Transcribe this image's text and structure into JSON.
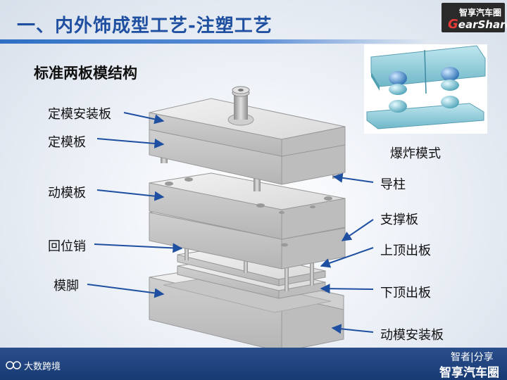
{
  "header": {
    "title": "一、内外饰成型工艺-注塑工艺"
  },
  "logo": {
    "cn": "智享汽车圈",
    "en_g": "G",
    "en_rest": "earShare"
  },
  "subtitle": "标准两板模结构",
  "labels": {
    "fixed_mount_plate": "定模安装板",
    "fixed_plate": "定模板",
    "moving_plate": "动模板",
    "return_pin": "回位销",
    "mold_foot": "模脚",
    "guide_pillar": "导柱",
    "support_plate": "支撑板",
    "upper_ejector_plate": "上顶出板",
    "lower_ejector_plate": "下顶出板",
    "moving_mount_plate": "动模安装板",
    "exploded_view": "爆炸模式"
  },
  "footer": {
    "left_brand": "大数跨境",
    "right_line1": "智者|分享",
    "right_line2": "智享汽车圈"
  },
  "colors": {
    "title": "#1e4fa0",
    "arrow": "#1e4fa0",
    "footer_bg": "#1f4480",
    "plate_top": "#e6e6e6",
    "plate_side": "#c4c4c4"
  }
}
